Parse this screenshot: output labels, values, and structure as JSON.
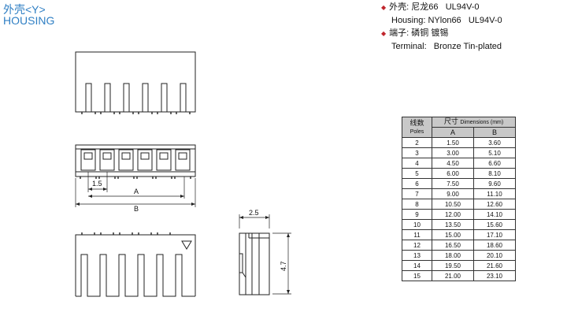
{
  "title": {
    "cn": "外壳<Y>",
    "en": "HOUSING"
  },
  "spec": {
    "housing_cn_label": "外壳: 尼龙66",
    "housing_cn_rating": "UL94V-0",
    "housing_en_label": "Housing:",
    "housing_en_material": "NYlon66",
    "housing_en_rating": "UL94V-0",
    "terminal_cn": "端子: 磷铜 镀锡",
    "terminal_en_label": "Terminal:",
    "terminal_en_material": "Bronze Tin-plated"
  },
  "drawing": {
    "dim_pitch": "1.5",
    "dim_a": "A",
    "dim_b": "B",
    "dim_width": "2.5",
    "dim_height": "4.7"
  },
  "table": {
    "header_poles_cn": "线数",
    "header_poles_en": "Poles",
    "header_dim_cn": "尺寸",
    "header_dim_en": "Dimensions (mm)",
    "header_a": "A",
    "header_b": "B",
    "rows": [
      {
        "poles": "2",
        "a": "1.50",
        "b": "3.60"
      },
      {
        "poles": "3",
        "a": "3.00",
        "b": "5.10"
      },
      {
        "poles": "4",
        "a": "4.50",
        "b": "6.60"
      },
      {
        "poles": "5",
        "a": "6.00",
        "b": "8.10"
      },
      {
        "poles": "6",
        "a": "7.50",
        "b": "9.60"
      },
      {
        "poles": "7",
        "a": "9.00",
        "b": "11.10"
      },
      {
        "poles": "8",
        "a": "10.50",
        "b": "12.60"
      },
      {
        "poles": "9",
        "a": "12.00",
        "b": "14.10"
      },
      {
        "poles": "10",
        "a": "13.50",
        "b": "15.60"
      },
      {
        "poles": "11",
        "a": "15.00",
        "b": "17.10"
      },
      {
        "poles": "12",
        "a": "16.50",
        "b": "18.60"
      },
      {
        "poles": "13",
        "a": "18.00",
        "b": "20.10"
      },
      {
        "poles": "14",
        "a": "19.50",
        "b": "21.60"
      },
      {
        "poles": "15",
        "a": "21.00",
        "b": "23.10"
      }
    ]
  }
}
